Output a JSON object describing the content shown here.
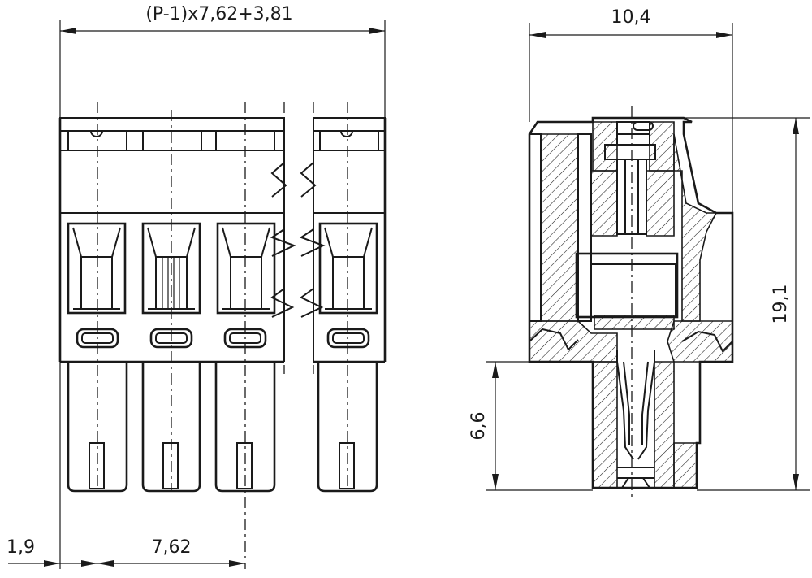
{
  "dimensions": {
    "overall_width": "(P-1)x7,62+3,81",
    "side_width": "10,4",
    "height": "19,1",
    "pin_length": "6,6",
    "edge_offset": "1,9",
    "pitch": "7,62"
  }
}
